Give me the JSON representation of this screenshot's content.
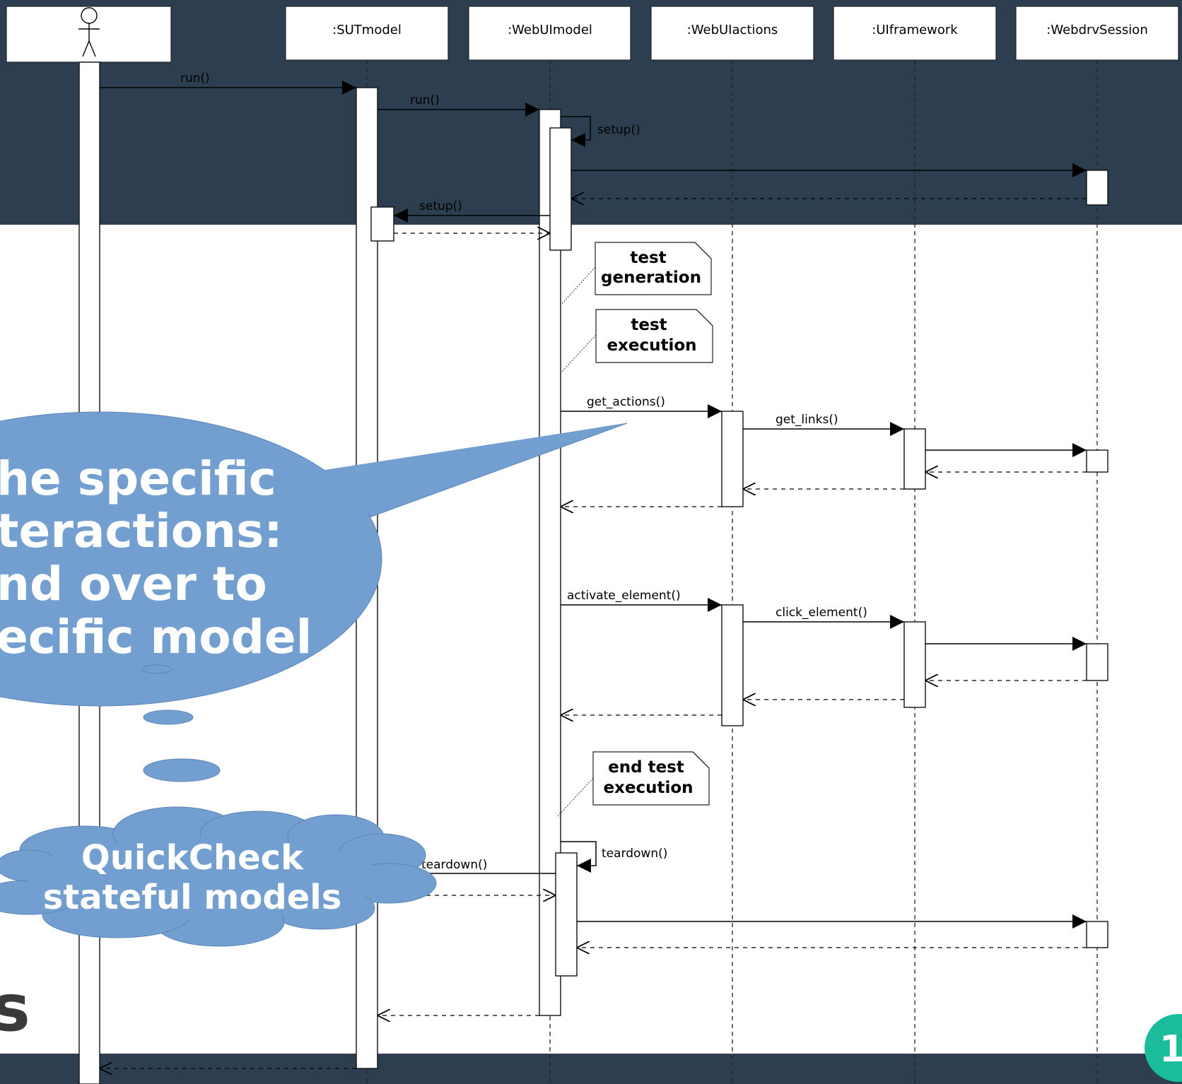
{
  "participants": [
    {
      "id": "actor",
      "label": "",
      "icon": "actor-stick-figure-icon"
    },
    {
      "id": "sutmodel",
      "label": ":SUTmodel"
    },
    {
      "id": "webuimodel",
      "label": ":WebUImodel"
    },
    {
      "id": "webuiactions",
      "label": ":WebUIactions"
    },
    {
      "id": "uiframework",
      "label": ":UIframework"
    },
    {
      "id": "webdrvsession",
      "label": ":WebdrvSession"
    }
  ],
  "messages": {
    "run_1": "run()",
    "run_2": "run()",
    "setup_self": "setup()",
    "setup_sut": "setup()",
    "get_actions": "get_actions()",
    "get_links": "get_links()",
    "activate_element": "activate_element()",
    "click_element": "click_element()",
    "teardown_self": "teardown()",
    "teardown_sut": "teardown()"
  },
  "notes": {
    "test_generation": [
      "test",
      "generation"
    ],
    "test_execution": [
      "test",
      "execution"
    ],
    "end_test_execution": [
      "end test",
      "execution"
    ]
  },
  "callout": {
    "lines": [
      "he specific",
      "teractions:",
      "nd over to",
      "ecific model"
    ]
  },
  "cloud": {
    "lines": [
      "QuickCheck",
      "stateful models"
    ]
  },
  "slide": {
    "partial_heading_char": "s",
    "page_number": "1"
  },
  "colors": {
    "slide_dark": "#2d3e50",
    "callout_blue": "#729fcf",
    "badge_teal": "#1abc9c",
    "heading_gray": "#3a3a3a"
  }
}
